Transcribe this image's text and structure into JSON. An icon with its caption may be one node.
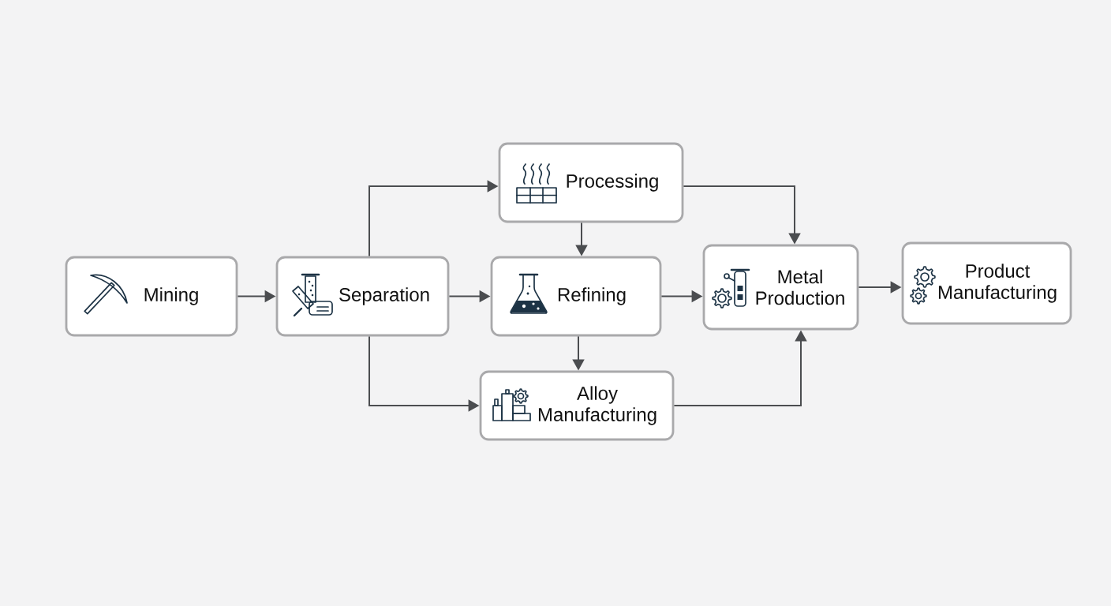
{
  "diagram": {
    "nodes": [
      {
        "text": [
          "Mining"
        ]
      },
      {
        "text": [
          "Separation"
        ]
      },
      {
        "text": [
          "Processing"
        ]
      },
      {
        "text": [
          "Refining"
        ]
      },
      {
        "text": [
          "Alloy Manufacturing"
        ]
      },
      {
        "text": [
          "Metal Production"
        ]
      },
      {
        "text": [
          "Product Manufacturing"
        ]
      }
    ],
    "edges": [
      {
        "from": 0,
        "to": 1,
        "arrow": "to"
      },
      {
        "from": 1,
        "to": 2,
        "arrow": "to"
      },
      {
        "from": 1,
        "to": 3,
        "arrow": "to"
      },
      {
        "from": 1,
        "to": 4,
        "arrow": "to"
      },
      {
        "from": 2,
        "to": 3,
        "arrow": "to"
      },
      {
        "from": 2,
        "to": 5,
        "arrow": "to"
      },
      {
        "from": 3,
        "to": 5,
        "arrow": "to"
      },
      {
        "from": 3,
        "to": 4,
        "arrow": "to"
      },
      {
        "from": 4,
        "to": 5,
        "arrow": "to"
      },
      {
        "from": 5,
        "to": 6,
        "arrow": "to"
      }
    ]
  }
}
